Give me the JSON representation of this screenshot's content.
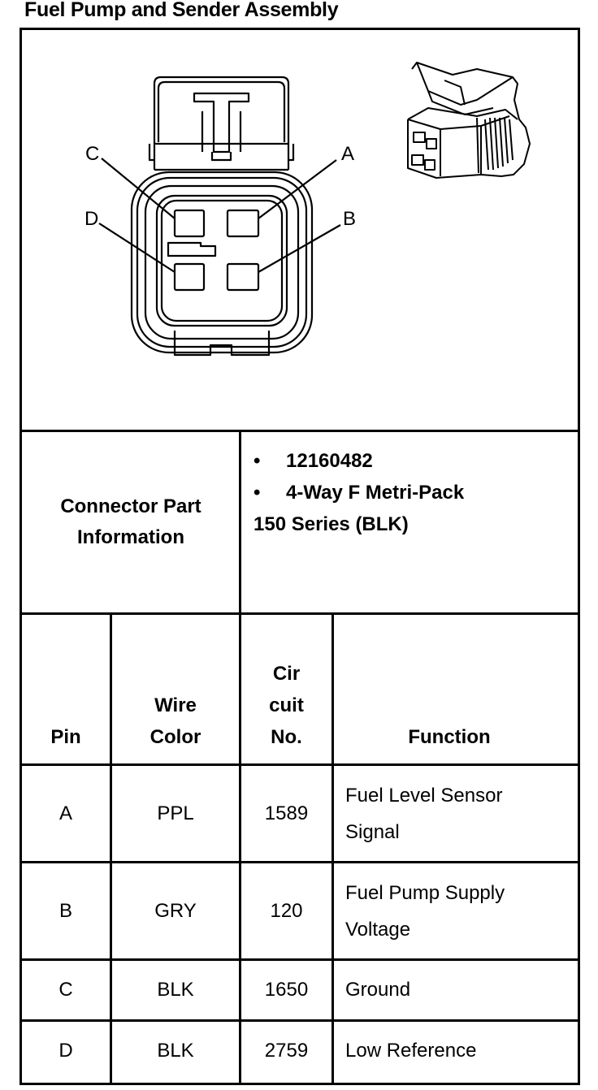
{
  "title": "Fuel Pump and Sender Assembly",
  "diagram": {
    "pin_labels": [
      "C",
      "A",
      "D",
      "B"
    ]
  },
  "connector": {
    "label_line1": "Connector Part",
    "label_line2": "Information",
    "part_number": "12160482",
    "description_line1": "4-Way F Metri-Pack",
    "description_line2": "150 Series (BLK)",
    "bullet": "•"
  },
  "table": {
    "headers": {
      "pin": "Pin",
      "wire_color_1": "Wire",
      "wire_color_2": "Color",
      "circuit_1": "Cir",
      "circuit_2": "cuit",
      "circuit_3": "No.",
      "function": "Function"
    },
    "rows": [
      {
        "pin": "A",
        "wire": "PPL",
        "circuit": "1589",
        "function_1": "Fuel Level Sensor",
        "function_2": "Signal"
      },
      {
        "pin": "B",
        "wire": "GRY",
        "circuit": "120",
        "function_1": "Fuel Pump Supply",
        "function_2": "Voltage"
      },
      {
        "pin": "C",
        "wire": "BLK",
        "circuit": "1650",
        "function_1": "Ground",
        "function_2": ""
      },
      {
        "pin": "D",
        "wire": "BLK",
        "circuit": "2759",
        "function_1": "Low Reference",
        "function_2": ""
      }
    ]
  }
}
